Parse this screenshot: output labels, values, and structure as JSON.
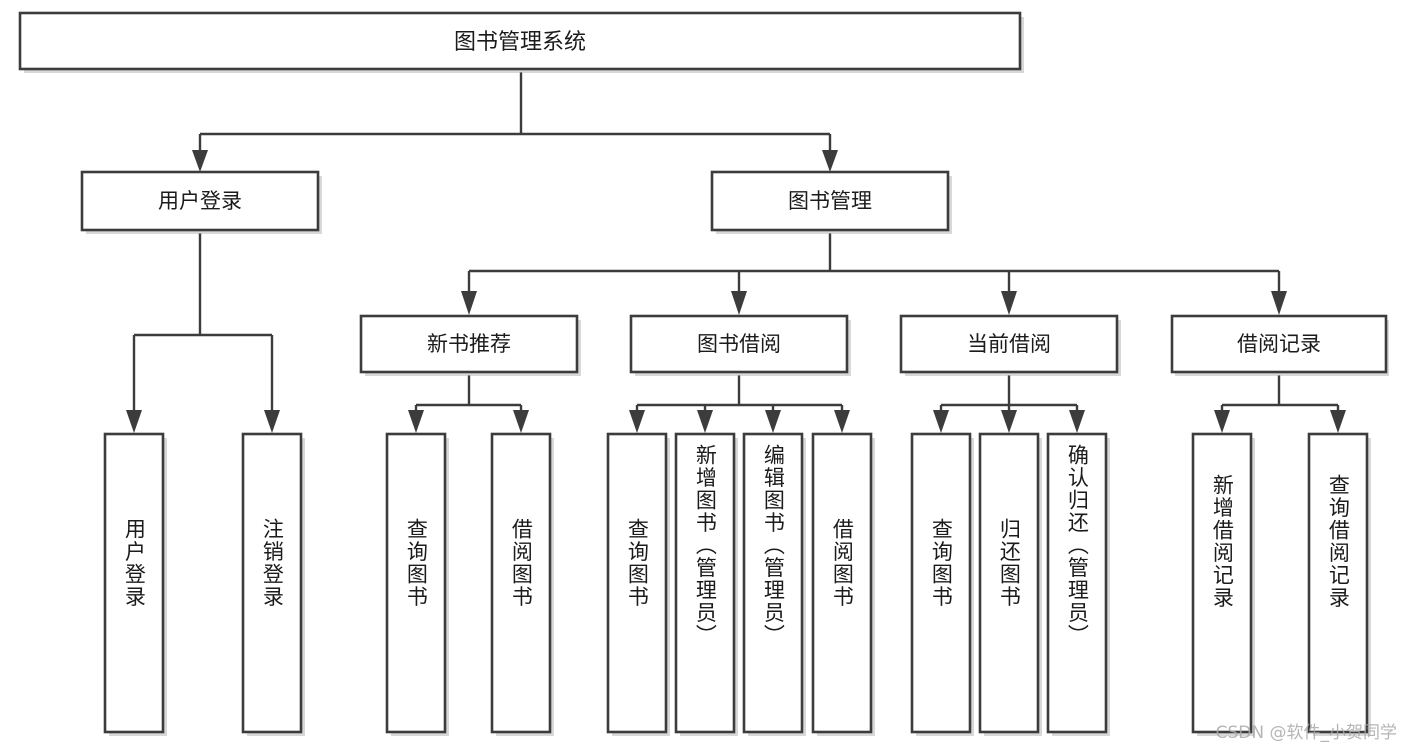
{
  "diagram": {
    "type": "tree",
    "title": "图书管理系统",
    "watermark": "CSDN @软件_小贺同学",
    "root": {
      "label": "图书管理系统"
    },
    "level2": [
      {
        "id": "user-login",
        "label": "用户登录"
      },
      {
        "id": "book-manage",
        "label": "图书管理"
      }
    ],
    "level3": [
      {
        "id": "new-book-recommend",
        "label": "新书推荐"
      },
      {
        "id": "book-borrow",
        "label": "图书借阅"
      },
      {
        "id": "current-borrow",
        "label": "当前借阅"
      },
      {
        "id": "borrow-record",
        "label": "借阅记录"
      }
    ],
    "leaves": {
      "user_login": [
        {
          "id": "leaf-user-login",
          "label": "用户登录"
        },
        {
          "id": "leaf-logout",
          "label": "注销登录"
        }
      ],
      "new_book_recommend": [
        {
          "id": "leaf-query-book-1",
          "label": "查询图书"
        },
        {
          "id": "leaf-borrow-book-1",
          "label": "借阅图书"
        }
      ],
      "book_borrow": [
        {
          "id": "leaf-query-book-2",
          "label": "查询图书"
        },
        {
          "id": "leaf-add-book",
          "label": "新增图书（管理员）"
        },
        {
          "id": "leaf-edit-book",
          "label": "编辑图书（管理员）"
        },
        {
          "id": "leaf-borrow-book-2",
          "label": "借阅图书"
        }
      ],
      "current_borrow": [
        {
          "id": "leaf-query-book-3",
          "label": "查询图书"
        },
        {
          "id": "leaf-return-book",
          "label": "归还图书"
        },
        {
          "id": "leaf-confirm-return",
          "label": "确认归还（管理员）"
        }
      ],
      "borrow_record": [
        {
          "id": "leaf-add-record",
          "label": "新增借阅记录"
        },
        {
          "id": "leaf-query-record",
          "label": "查询借阅记录"
        }
      ]
    },
    "colors": {
      "box_stroke": "#3c3c3c",
      "box_fill": "#ffffff",
      "text": "#1b1b1b",
      "watermark": "#a9a9a9",
      "background": "#ffffff"
    }
  }
}
